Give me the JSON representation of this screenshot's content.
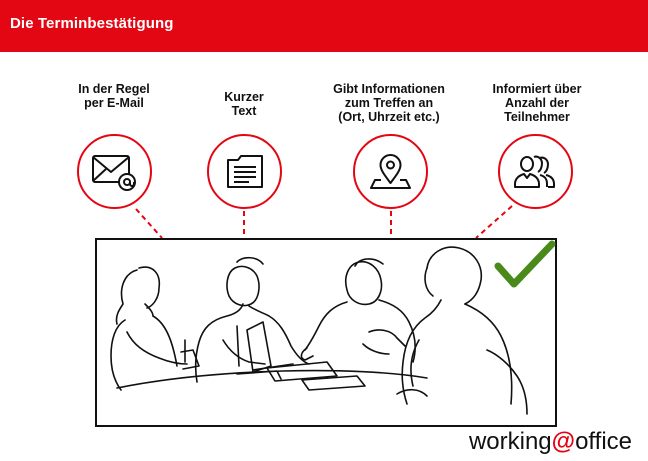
{
  "header": {
    "title": "Die Terminbestätigung"
  },
  "items": [
    {
      "label": "In der Regel\nper E-Mail",
      "icon": "email-at-icon"
    },
    {
      "label": "Kurzer\nText",
      "icon": "document-text-icon"
    },
    {
      "label": "Gibt Informationen\nzum Treffen an\n(Ort, Uhrzeit etc.)",
      "icon": "location-pin-icon"
    },
    {
      "label": "Informiert über\nAnzahl der\nTeilnehmer",
      "icon": "people-group-icon"
    }
  ],
  "image": {
    "subject": "meeting-line-drawing",
    "check_icon": "checkmark-icon"
  },
  "brand": {
    "name_part1": "working",
    "at_symbol": "@",
    "name_part2": "office"
  },
  "colors": {
    "accent": "#e30613",
    "check": "#4a8a1a",
    "line": "#111111"
  }
}
